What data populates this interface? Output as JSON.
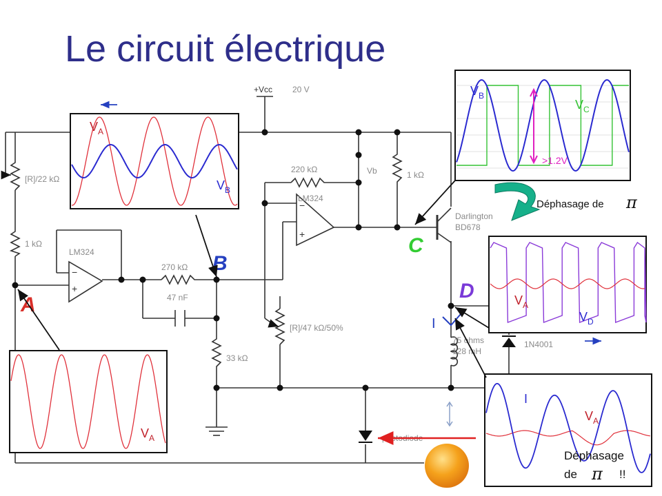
{
  "title": "Le circuit électrique",
  "supply": {
    "label": "+Vcc",
    "value": "20 V"
  },
  "components": {
    "pot_a": "[R]/22 kΩ",
    "r_1k_left": "1 kΩ",
    "opamp_follower": "LM324",
    "r_270k": "270 kΩ",
    "c_47n": "47 nF",
    "r_33k": "33 kΩ",
    "r_220k": "220 kΩ",
    "opamp_comparator": "LM324",
    "vb_label": "Vb",
    "r_1k_right": "1 kΩ",
    "transistor": "Darlington",
    "transistor_part": "BD678",
    "pot_b": "[R]/47 kΩ/50%",
    "coil_r": "75 ohms",
    "coil_l": "128 mH",
    "diode": "1N4001",
    "photodiode": "photodiode"
  },
  "nodes": {
    "A": "A",
    "B": "B",
    "C": "C",
    "D": "D"
  },
  "current_label": "I",
  "scopes": {
    "ab": {
      "label_a": "V",
      "sub_a": "A",
      "label_b": "V",
      "sub_b": "B"
    },
    "a": {
      "label": "V",
      "sub": "A"
    },
    "bc": {
      "label_b": "V",
      "sub_b": "B",
      "label_c": "V",
      "sub_c": "C",
      "threshold": ">1.2V"
    },
    "ad": {
      "label_a": "V",
      "sub_a": "A",
      "label_d": "V",
      "sub_d": "D"
    },
    "ia": {
      "label_i": "I",
      "label_a": "V",
      "sub_a": "A",
      "note_line1": "Déphasage",
      "note_line2": "de",
      "note_symbol": "π",
      "note_end": "!!"
    }
  },
  "phase_note": {
    "text": "Déphasage de",
    "symbol": "π"
  },
  "colors": {
    "title": "#2e2e8a",
    "red_trace": "#e0303a",
    "blue_trace": "#2a2ad0",
    "green_trace": "#33c233",
    "purple_trace": "#8a3ad8",
    "node_letters_red": "#d9302a",
    "node_letters_blue": "#2540c0",
    "node_letters_green": "#33cc33",
    "sun": "#f5a21c",
    "arrow_teal": "#16b08a"
  }
}
